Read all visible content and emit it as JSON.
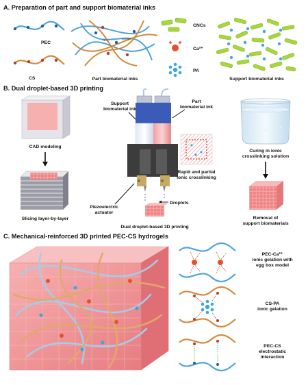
{
  "panel_a": {
    "header": "A. Preparation of part and support biomaterial inks",
    "pec_label": "PEC",
    "cs_label": "CS",
    "part_inks_label": "Part biomaterial inks",
    "cncs_label": "CNCs",
    "ca_label": "Ca²⁺",
    "pa_label": "PA",
    "support_inks_label": "Support biomaterial inks",
    "nh_label": "NH₃⁺",
    "cooh_label": "COOH"
  },
  "panel_b": {
    "header": "B. Dual droplet-based 3D printing",
    "cad_label": "CAD modeling",
    "slicing_label": "Slicing layer-by-layer",
    "support_ink_line1": "Support",
    "support_ink_line2": "biomaterial ink",
    "part_ink_line1": "Part",
    "part_ink_line2": "biomaterial ink",
    "crosslink_line1": "Rapid and partial",
    "crosslink_line2": "ionic crosslinking",
    "piezo_line1": "Piezoelectric",
    "piezo_line2": "actuator",
    "droplets_label": "Droplets",
    "printing_label": "Dual droplet-based 3D printing",
    "curing_line1": "Curing in ionic",
    "curing_line2": "crosslinking solution",
    "removal_line1": "Removal of",
    "removal_line2": "support biomaterials"
  },
  "panel_c": {
    "header": "C. Mechanical-reinforced 3D printed PEC-CS hydrogels",
    "gel1_line1": "PEC-Ca²⁺",
    "gel1_line2": "ionic gelation with",
    "gel1_line3": "egg box model",
    "gel2_line1": "CS-PA",
    "gel2_line2": "ionic gelation",
    "gel3_line1": "PEC-CS",
    "gel3_line2": "electrostatic",
    "gel3_line3": "interaction"
  },
  "colors": {
    "pec_chain": "#4da3dc",
    "cs_chain": "#d4893a",
    "cnc_green": "#a6d83a",
    "calcium": "#e2522e",
    "pa_star": "#3aa7de",
    "hydrogel_pink": "#f28b8b",
    "support_blue": "#3b5bb8",
    "part_pink": "#ef7c7c"
  }
}
